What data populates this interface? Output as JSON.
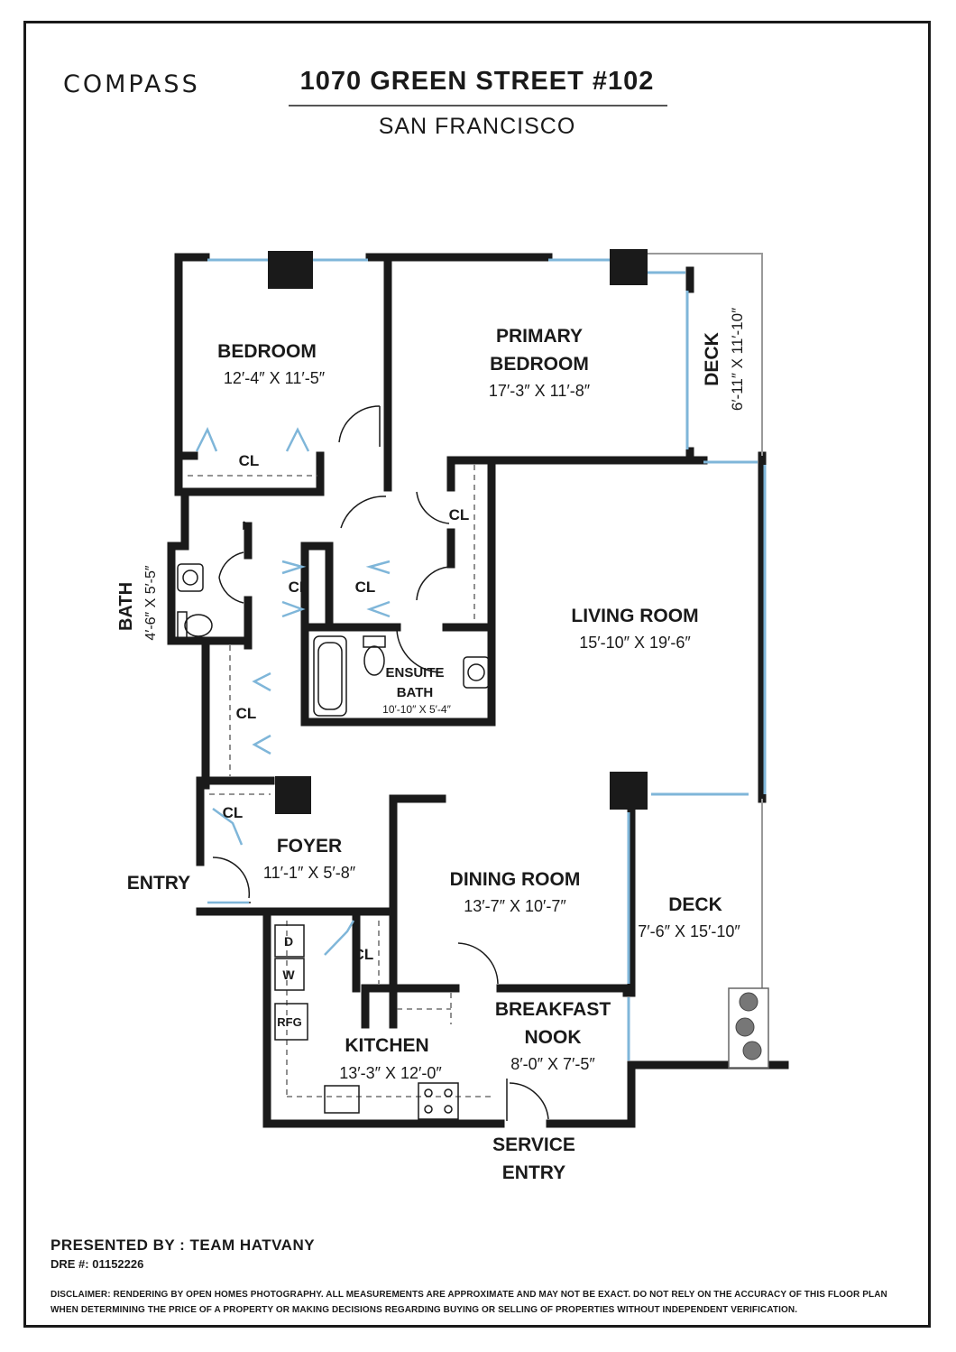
{
  "brand": {
    "logo_text": "COMPASS"
  },
  "header": {
    "address": "1070 GREEN STREET #102",
    "city": "SAN FRANCISCO"
  },
  "rooms": {
    "bedroom": {
      "name": "BEDROOM",
      "size": "12′-4″ X 11′-5″"
    },
    "primary": {
      "name_line1": "PRIMARY",
      "name_line2": "BEDROOM",
      "size": "17′-3″ X 11′-8″"
    },
    "deck_top": {
      "name": "DECK",
      "size": "6′-11″ X 11′-10″"
    },
    "bath": {
      "name": "BATH",
      "size": "4′-6″ X 5′-5″"
    },
    "living": {
      "name": "LIVING ROOM",
      "size": "15′-10″ X 19′-6″"
    },
    "ensuite": {
      "name_line1": "ENSUITE",
      "name_line2": "BATH",
      "size": "10′-10″ X 5′-4″"
    },
    "foyer": {
      "name": "FOYER",
      "size": "11′-1″ X 5′-8″"
    },
    "dining": {
      "name": "DINING ROOM",
      "size": "13′-7″ X 10′-7″"
    },
    "deck_bottom": {
      "name": "DECK",
      "size": "7′-6″ X 15′-10″"
    },
    "kitchen": {
      "name": "KITCHEN",
      "size": "13′-3″ X 12′-0″"
    },
    "nook": {
      "name_line1": "BREAKFAST",
      "name_line2": "NOOK",
      "size": "8′-0″ X 7′-5″"
    }
  },
  "labels": {
    "closet": "CL",
    "entry": "ENTRY",
    "service_line1": "SERVICE",
    "service_line2": "ENTRY",
    "dishwasher_d": "D",
    "dishwasher_w": "W",
    "fridge": "RFG"
  },
  "footer": {
    "presented": "PRESENTED BY : TEAM HATVANY",
    "dre": "DRE #: 01152226",
    "disclaimer_line1": "DISCLAIMER: RENDERING BY OPEN HOMES PHOTOGRAPHY. ALL MEASUREMENTS ARE APPROXIMATE AND MAY NOT BE EXACT. DO NOT RELY ON THE ACCURACY OF THIS FLOOR PLAN",
    "disclaimer_line2": "WHEN DETERMINING THE PRICE OF A PROPERTY OR MAKING DECISIONS REGARDING BUYING OR SELLING OF PROPERTIES WITHOUT INDEPENDENT VERIFICATION."
  },
  "colors": {
    "wall": "#1a1a1a",
    "window": "#7fb6d9",
    "door_swing": "#9ec7e3"
  }
}
